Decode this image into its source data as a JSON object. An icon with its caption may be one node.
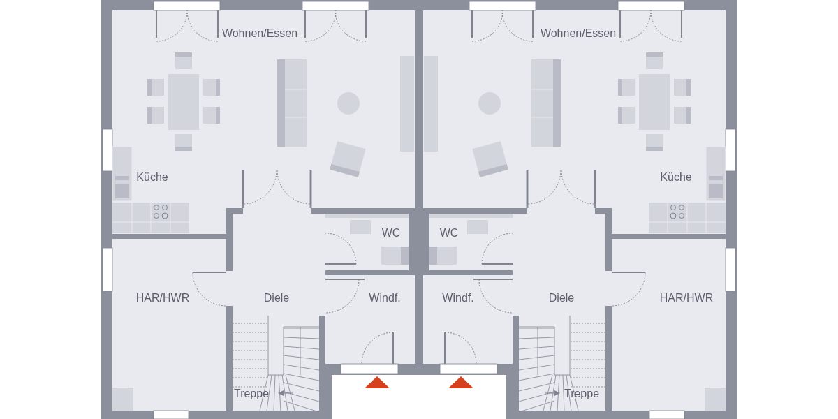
{
  "diagram": {
    "labels": [
      "Wohnen/Essen",
      "Wohnen/Essen",
      "Küche",
      "Küche",
      "WC",
      "WC",
      "HAR/HWR",
      "Diele",
      "Windf.",
      "Windf.",
      "Diele",
      "HAR/HWR",
      "Treppe",
      "Treppe"
    ]
  }
}
